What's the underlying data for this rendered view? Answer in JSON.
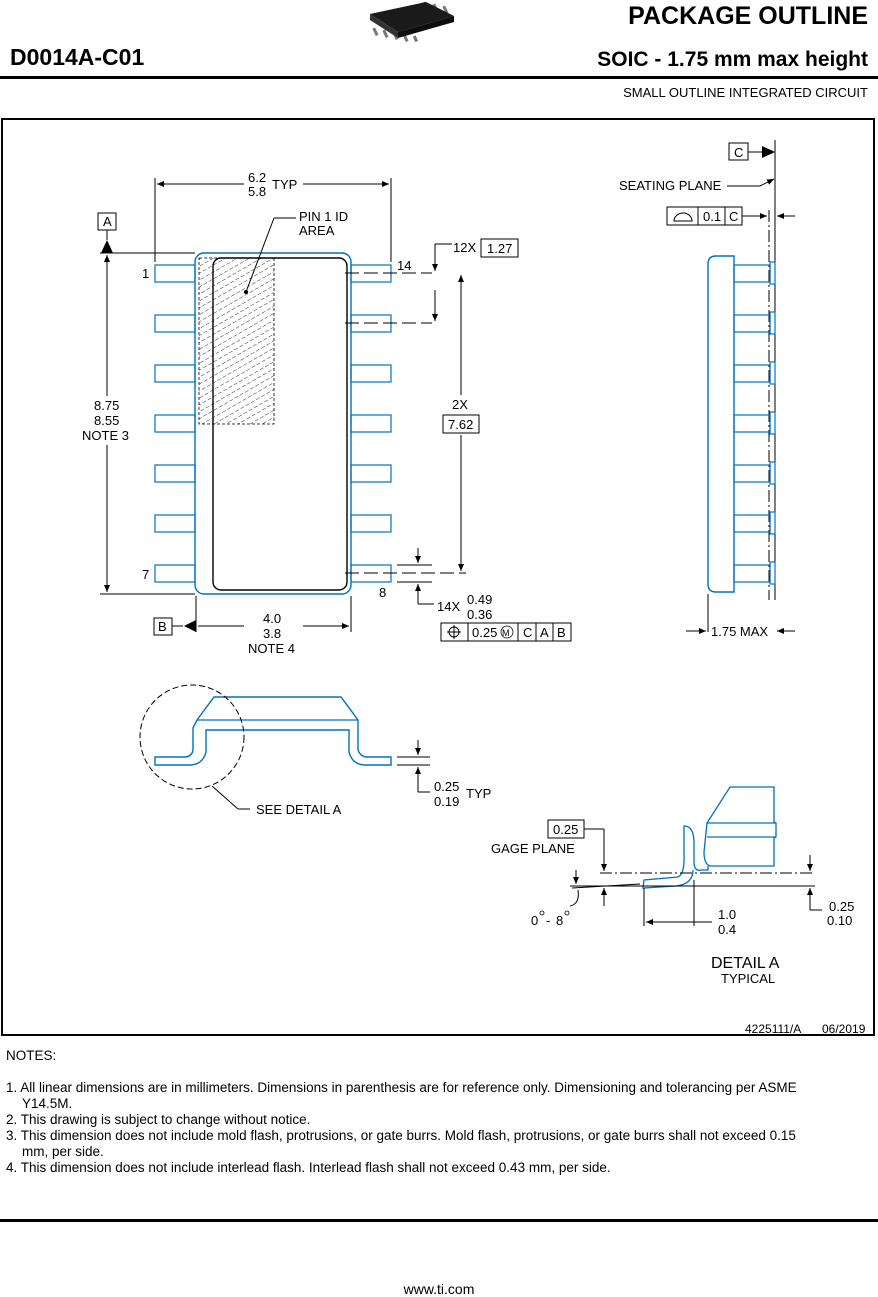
{
  "header": {
    "title": "PACKAGE OUTLINE",
    "package_code": "D0014A-C01",
    "subtitle": "SOIC - 1.75 mm max height",
    "description": "SMALL OUTLINE INTEGRATED CIRCUIT"
  },
  "top_view": {
    "datum_a": "A",
    "datum_b": "B",
    "datum_c": "C",
    "pin_first": "1",
    "pin_14": "14",
    "pin_7": "7",
    "pin_8": "8",
    "width_max": "6.2",
    "width_min": "5.8",
    "width_typ": "TYP",
    "pin1_line1": "PIN 1 ID",
    "pin1_line2": "AREA",
    "pitch_count": "12X",
    "pitch_value": "1.27",
    "span_count": "2X",
    "span_value": "7.62",
    "length_max": "8.75",
    "length_min": "8.55",
    "length_note": "NOTE 3",
    "lead_count": "14X",
    "lead_max": "0.49",
    "lead_min": "0.36",
    "fcf_value": "0.25",
    "fcf_c": "C",
    "fcf_a": "A",
    "fcf_b": "B",
    "body_max": "4.0",
    "body_min": "3.8",
    "body_note": "NOTE 4"
  },
  "side_view": {
    "seating_plane": "SEATING PLANE",
    "flatness_value": "0.1",
    "flatness_datum": "C",
    "max_height": "1.75 MAX"
  },
  "front_view": {
    "lead_t_max": "0.25",
    "lead_t_min": "0.19",
    "lead_t_typ": "TYP",
    "see_detail": "SEE DETAIL A"
  },
  "detail_a": {
    "gage_value": "0.25",
    "gage_plane": "GAGE PLANE",
    "angle_start": "0",
    "angle_end": "8",
    "foot_max": "1.0",
    "foot_min": "0.4",
    "standoff_max": "0.25",
    "standoff_min": "0.10",
    "title": "DETAIL A",
    "subtitle": "TYPICAL"
  },
  "drawing_id": "4225111/A",
  "drawing_date": "06/2019",
  "notes": {
    "heading": "NOTES:",
    "items": [
      "1. All linear dimensions are in millimeters. Dimensions in parenthesis are for reference only. Dimensioning and tolerancing per ASME Y14.5M.",
      "2. This drawing is subject to change without notice.",
      "3. This dimension does not include mold flash, protrusions, or gate burrs. Mold flash, protrusions, or gate burrs shall not exceed 0.15 mm, per side.",
      "4. This dimension does not include interlead flash. Interlead flash shall not exceed 0.43 mm, per side."
    ]
  },
  "footer": "www.ti.com",
  "colors": {
    "outline": "#0070c0",
    "ink": "#000000"
  }
}
